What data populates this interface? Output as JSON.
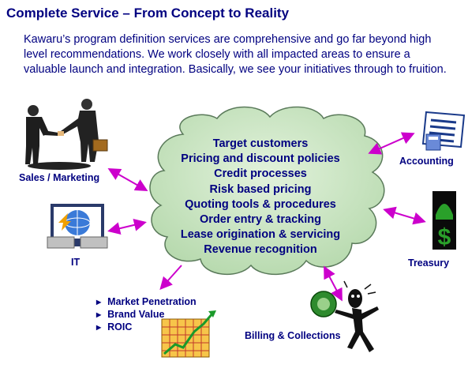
{
  "title": "Complete Service – From Concept to Reality",
  "intro": "Kawaru’s program definition services are comprehensive and go far beyond high level recommendations.  We work closely with all impacted areas to ensure a valuable launch and integration.  Basically, we see your initiatives through to fruition.",
  "cloud_items": [
    "Target customers",
    "Pricing and discount policies",
    "Credit processes",
    "Risk based pricing",
    "Quoting tools & procedures",
    "Order entry & tracking",
    "Lease origination & servicing",
    "Revenue recognition"
  ],
  "labels": {
    "sales": "Sales / Marketing",
    "it": "IT",
    "accounting": "Accounting",
    "treasury": "Treasury",
    "billing": "Billing & Collections"
  },
  "bullets": [
    "Market Penetration",
    "Brand Value",
    "ROIC"
  ],
  "colors": {
    "title": "#000080",
    "cloud": "#c8e6c0",
    "arrows": "#cc00cc"
  }
}
